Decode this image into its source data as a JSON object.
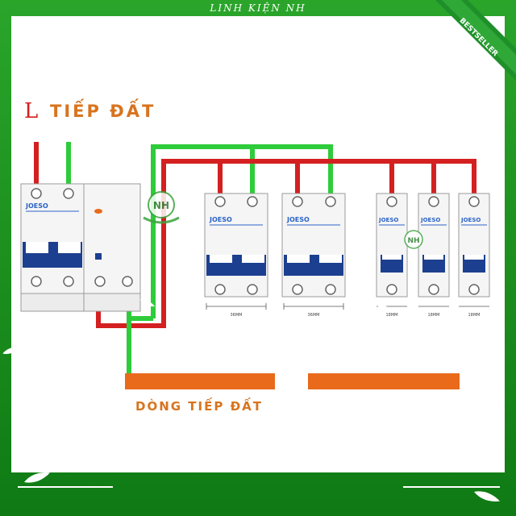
{
  "header": {
    "shop_name": "LINH KIỆN NH"
  },
  "ribbon": {
    "label": "BESTSELLER"
  },
  "title": {
    "prefix": "L",
    "text": "TIẾP ĐẤT"
  },
  "breakers": {
    "brand": "JOESO",
    "main_2pole": {
      "brand": "JOESO"
    },
    "rcd": {
      "brand": ""
    },
    "branch_2pole": [
      {
        "brand": "JOESO",
        "width_label": "36MM"
      },
      {
        "brand": "JOESO",
        "width_label": "36MM"
      }
    ],
    "branch_1pole": [
      {
        "brand": "JOESO",
        "width_label": "18MM"
      },
      {
        "brand": "JOESO",
        "width_label": "18MM"
      },
      {
        "brand": "JOESO",
        "width_label": "18MM"
      }
    ]
  },
  "ground_bar": {
    "label": "DÒNG TIẾP ĐẤT"
  },
  "watermark": {
    "logo_text": "NH"
  },
  "colors": {
    "frame_green": "#1a9a1a",
    "phase_red": "#d42020",
    "earth_green": "#2ecc3a",
    "busbar_orange": "#e86a1a",
    "breaker_blue": "#1c3f8f",
    "title_orange": "#d8741e",
    "brand_blue": "#2a63c8"
  }
}
